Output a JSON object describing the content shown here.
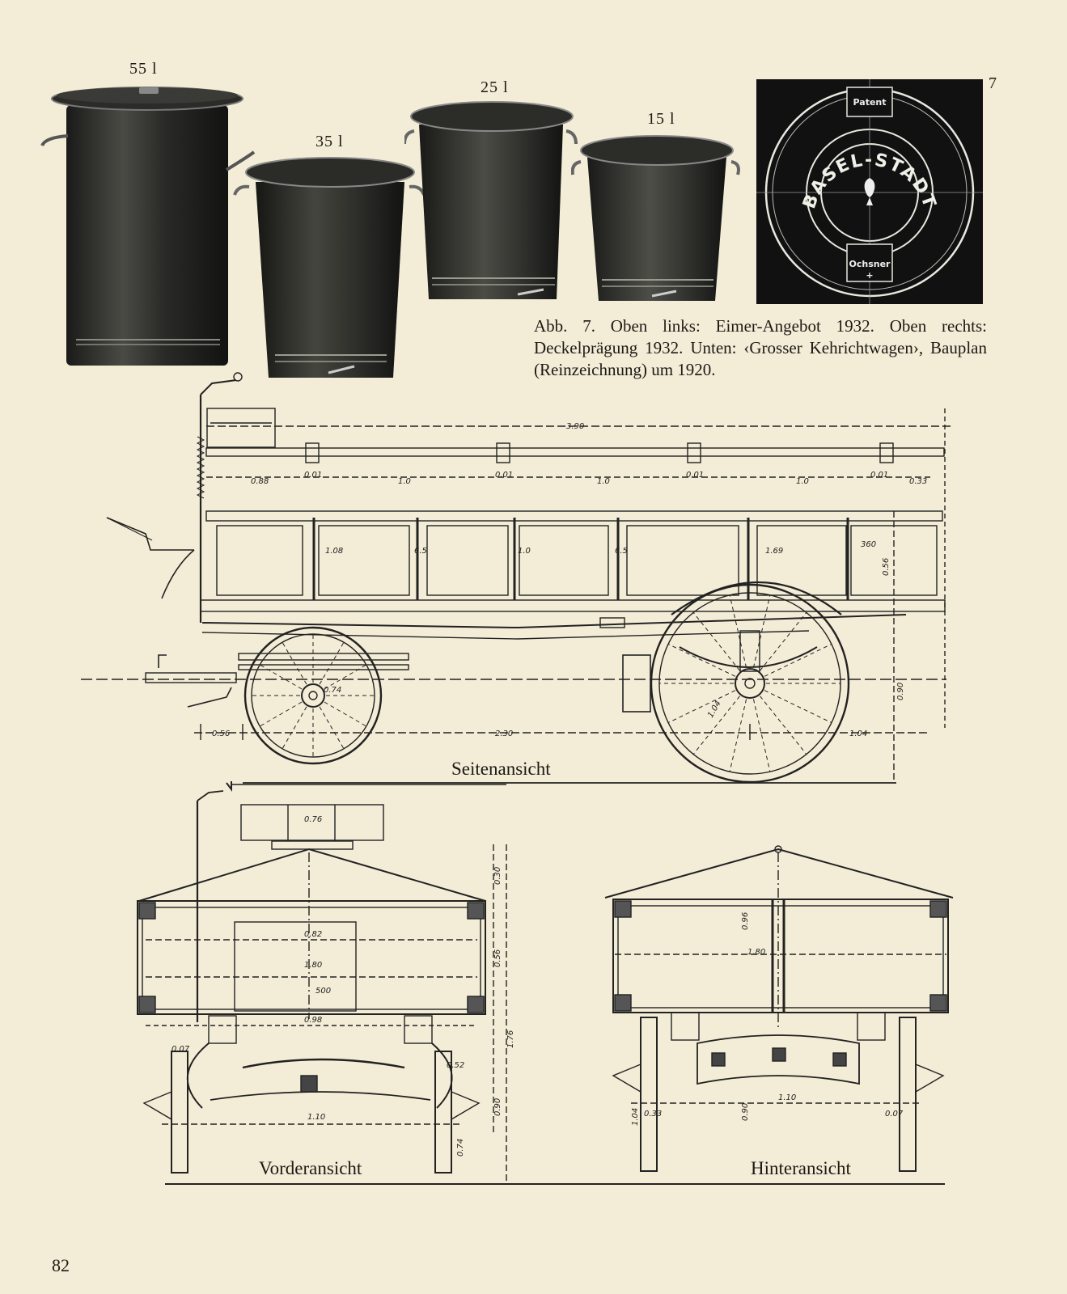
{
  "figure_number": "7",
  "bins": [
    {
      "label": "55 l"
    },
    {
      "label": "35 l"
    },
    {
      "label": "25 l"
    },
    {
      "label": "15 l"
    }
  ],
  "lid_embossing": {
    "top_text": "Patent",
    "ring_text": "BASEL-STADT",
    "bottom_text": "Ochsner",
    "bottom_mark": "+"
  },
  "caption": "Abb. 7. Oben links: Eimer-Angebot 1932. Oben rechts: Deckelprägung 1932. Unten: ‹Grosser Kehrichtwagen›, Bauplan (Reinzeichnung) um 1920.",
  "views": {
    "side": "Seitenansicht",
    "front": "Vorderansicht",
    "rear": "Hinteransicht"
  },
  "dimensions": {
    "side": {
      "total_length": "3.90",
      "d1": "0.88",
      "d2": "0.01",
      "d3": "1.0",
      "d4": "0.01",
      "d5": "1.0",
      "d6": "0.01",
      "d7": "1.0",
      "d8": "0.01",
      "d9": "0.33",
      "panel1": "1.08",
      "panel2": "6.5",
      "panel3": "1.0",
      "panel4": "6.5",
      "panel5": "1.69",
      "load": "360",
      "side_height": "0.56",
      "hub_front": "0.74",
      "wheel_rear": "1.04",
      "ground_height": "0.90",
      "front_overhang": "0.56",
      "wheelbase": "2.30",
      "rear_overhang": "1.04"
    },
    "front": {
      "seat_width": "0.76",
      "roof_height": "0.30",
      "box_top": "0.82",
      "box_width": "1.80",
      "box_label": "500",
      "box_height": "0.56",
      "axle_width": "0.98",
      "total_height": "1.76",
      "hub": "0.52",
      "spring": "0.07",
      "track": "1.10",
      "ground": "0.90",
      "wheel": "0.74"
    },
    "rear": {
      "height": "0.96",
      "box_width": "1.80",
      "hub_a": "1.04",
      "hub_b": "0.33",
      "ground": "0.90",
      "track": "1.10",
      "spring": "0.07"
    }
  },
  "page_number": "82"
}
